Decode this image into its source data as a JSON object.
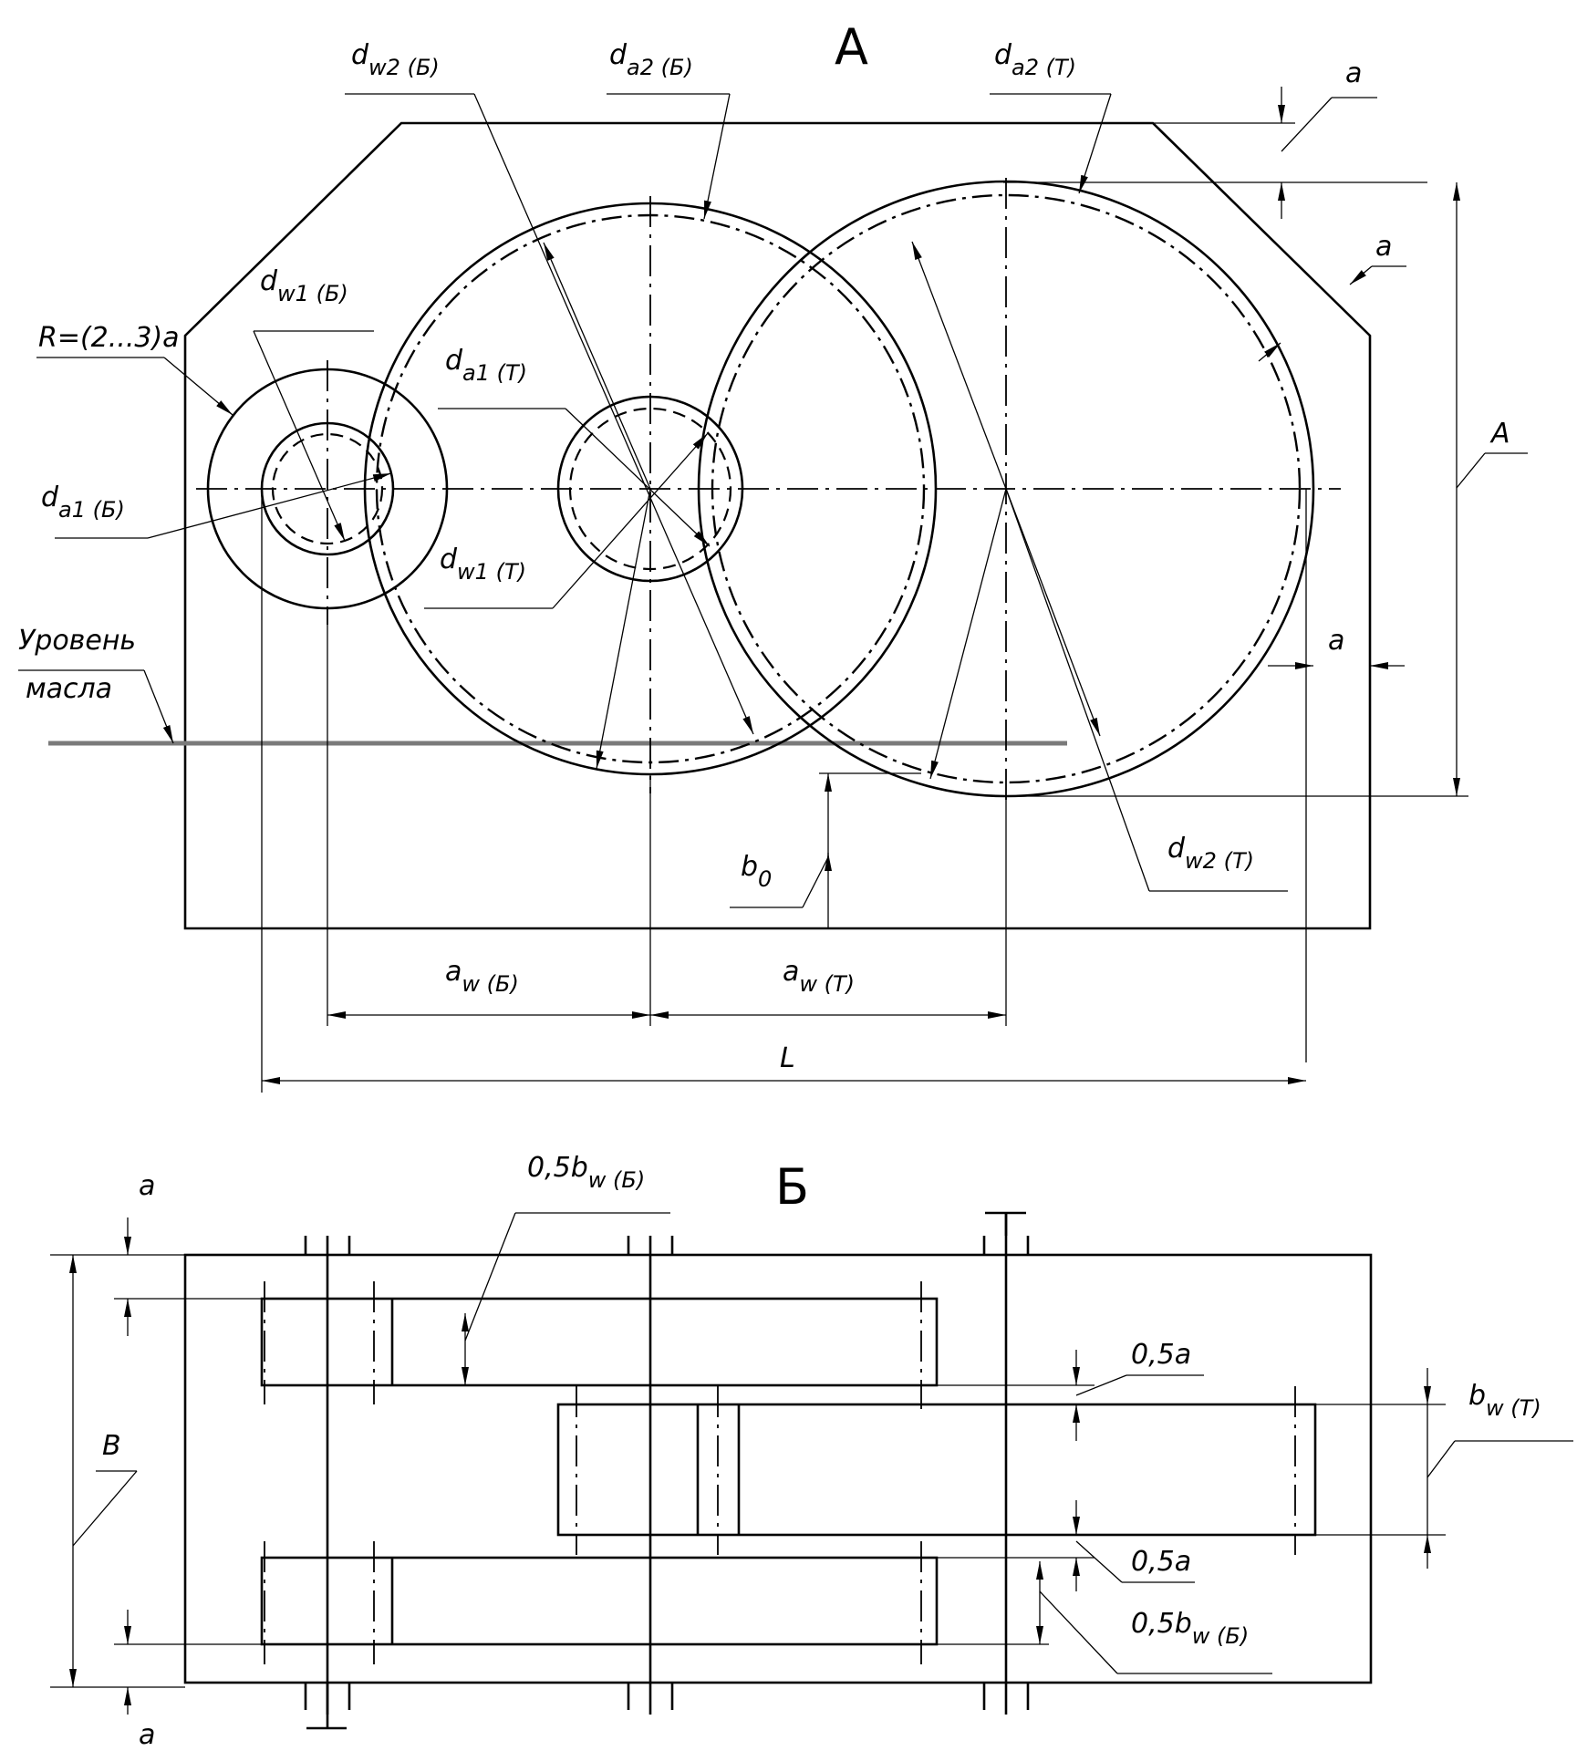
{
  "view_a": {
    "title": "А",
    "labels": {
      "dw2_b": "d",
      "dw2_b_sub": "w2 (Б)",
      "da2_b": "d",
      "da2_b_sub": "a2 (Б)",
      "da2_t": "d",
      "da2_t_sub": "a2 (T)",
      "a_top": "a",
      "a_right_upper": "a",
      "dw1_b": "d",
      "dw1_b_sub": "w1 (Б)",
      "r_fillet": "R=(2...3)a",
      "da1_t": "d",
      "da1_t_sub": "a1 (T)",
      "a_dim_right": "A",
      "da1_b": "d",
      "da1_b_sub": "a1 (Б)",
      "dw1_t": "d",
      "dw1_t_sub": "w1 (T)",
      "oil_level_1": "Уровень",
      "oil_level_2": "масла",
      "a_right_lower": "a",
      "b0": "b",
      "b0_sub": "0",
      "dw2_t": "d",
      "dw2_t_sub": "w2 (T)",
      "aw_b": "a",
      "aw_b_sub": "w (Б)",
      "aw_t": "a",
      "aw_t_sub": "w (T)",
      "l_dim": "L"
    }
  },
  "view_b": {
    "title": "Б",
    "labels": {
      "a_top_left": "a",
      "half_bw_b_top": "0,5b",
      "half_bw_b_top_sub": "w (Б)",
      "half_a_upper": "0,5a",
      "bw_t": "b",
      "bw_t_sub": "w (T)",
      "b_dim": "B",
      "half_a_lower": "0,5a",
      "half_bw_b_bottom": "0,5b",
      "half_bw_b_bottom_sub": "w (Б)",
      "a_bottom_left": "a"
    }
  }
}
